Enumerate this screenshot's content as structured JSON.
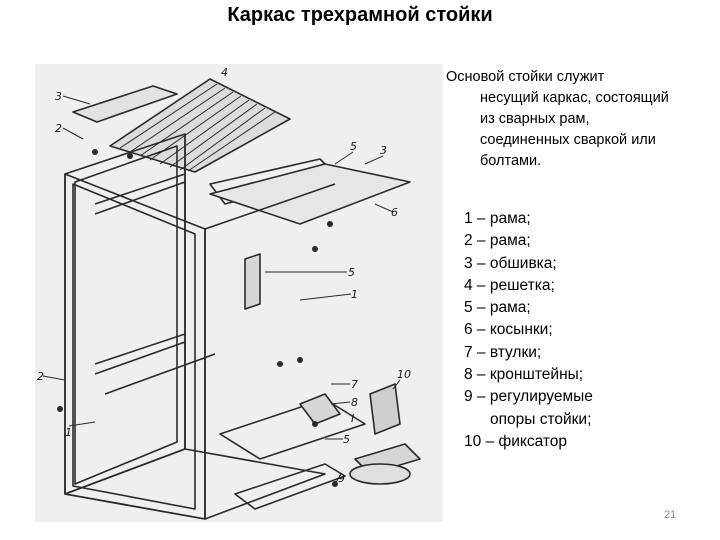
{
  "slide": {
    "title": "Каркас трехрамной стойки",
    "intro_lines": [
      "Основой стойки служит",
      "несущий каркас, состоящий",
      "из сварных рам,",
      "соединенных сваркой или",
      "болтами."
    ],
    "legend": [
      "1 – рама;",
      "2 – рама;",
      "3 – обшивка;",
      "4 – решетка;",
      "5 – рама;",
      "6 – косынки;",
      "7 – втулки;",
      "8 – кронштейны;",
      "9 – регулируемые",
      "опоры стойки;",
      "10 – фиксатор"
    ],
    "page_number": "21"
  },
  "figure": {
    "labels": [
      "3",
      "2",
      "5",
      "3",
      "6",
      "5",
      "1",
      "2",
      "7",
      "8",
      "I",
      "5",
      "9",
      "10",
      "1",
      "4"
    ]
  }
}
